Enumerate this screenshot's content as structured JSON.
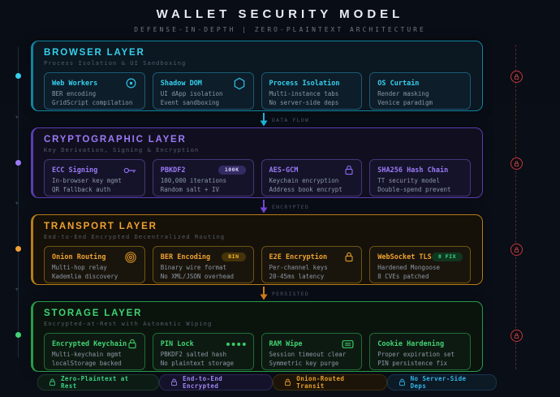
{
  "header": {
    "title": "WALLET SECURITY MODEL",
    "subtitle": "DEFENSE-IN-DEPTH | ZERO-PLAINTEXT ARCHITECTURE"
  },
  "layers": [
    {
      "id": "browser",
      "title": "BROWSER LAYER",
      "subtitle": "Process Isolation & UI Sandboxing",
      "connector_label": "DATA FLOW",
      "colors": {
        "accent": "#35d0ec",
        "border": "#11839f",
        "bg": "#0b1721",
        "card_border": "#1b5b72",
        "card_bg": "#0d1d2a",
        "icon": "#2fc0de",
        "arrow": "#1fb2d6"
      },
      "cards": [
        {
          "title": "Web Workers",
          "icon": "target-icon",
          "lines": [
            "BER encoding",
            "GridScript compilation"
          ]
        },
        {
          "title": "Shadow DOM",
          "icon": "hexagon-icon",
          "lines": [
            "UI dApp isolation",
            "Event sandboxing"
          ]
        },
        {
          "title": "Process Isolation",
          "lines": [
            "Multi-instance tabs",
            "No server-side deps"
          ]
        },
        {
          "title": "OS Curtain",
          "lines": [
            "Render masking",
            "Venice paradigm"
          ]
        }
      ]
    },
    {
      "id": "cryptographic",
      "title": "CRYPTOGRAPHIC LAYER",
      "subtitle": "Key Derivation, Signing & Encryption",
      "connector_label": "ENCRYPTED",
      "colors": {
        "accent": "#9b79f7",
        "border": "#5a3db1",
        "bg": "#110f1f",
        "card_border": "#463579",
        "card_bg": "#15132a",
        "icon": "#8f6df0",
        "arrow": "#7644d9"
      },
      "cards": [
        {
          "title": "ECC Signing",
          "icon": "key-icon",
          "lines": [
            "In-browser key mgmt",
            "QR fallback auth"
          ]
        },
        {
          "title": "PBKDF2",
          "badge": {
            "text": "100K",
            "bg": "#352b63",
            "color": "#dcd4fb"
          },
          "lines": [
            "100,000 iterations",
            "Random salt + IV"
          ]
        },
        {
          "title": "AES-GCM",
          "icon": "lock-icon",
          "lines": [
            "Keychain encryption",
            "Address book encrypt"
          ]
        },
        {
          "title": "SHA256 Hash Chain",
          "lines": [
            "TT security model",
            "Double-spend prevent"
          ]
        }
      ]
    },
    {
      "id": "transport",
      "title": "TRANSPORT LAYER",
      "subtitle": "End-to-End Encrypted Decentralized Routing",
      "connector_label": "PERSISTED",
      "colors": {
        "accent": "#f0a231",
        "border": "#b67d18",
        "bg": "#151008",
        "card_border": "#6f5314",
        "card_bg": "#1a150c",
        "icon": "#e3992a",
        "arrow": "#cf7d16"
      },
      "cards": [
        {
          "title": "Onion Routing",
          "icon": "rings-icon",
          "lines": [
            "Multi-hop relay",
            "Kademlia discovery"
          ]
        },
        {
          "title": "BER Encoding",
          "badge": {
            "text": "BIN",
            "bg": "#453309",
            "color": "#f2b32e"
          },
          "lines": [
            "Binary wire format",
            "No XML/JSON overhead"
          ]
        },
        {
          "title": "E2E Encryption",
          "icon": "lock-icon",
          "lines": [
            "Per-channel keys",
            "20-45ms latency"
          ]
        },
        {
          "title": "WebSocket TLS",
          "badge": {
            "text": "8 FIX",
            "bg": "#10361f",
            "color": "#3bdc84"
          },
          "lines": [
            "Hardened Mongoose",
            "8 CVEs patched"
          ]
        }
      ]
    },
    {
      "id": "storage",
      "title": "STORAGE LAYER",
      "subtitle": "Encrypted-at-Rest with Automatic Wiping",
      "colors": {
        "accent": "#41d373",
        "border": "#289b48",
        "bg": "#0a140d",
        "card_border": "#206d36",
        "card_bg": "#0d1a11",
        "icon": "#3bcb68",
        "arrow": "#2aa853"
      },
      "cards": [
        {
          "title": "Encrypted Keychain",
          "icon": "lock-icon",
          "lines": [
            "Multi-keychain mgmt",
            "localStorage backed"
          ]
        },
        {
          "title": "PIN Lock",
          "icon": "dots-icon",
          "lines": [
            "PBKDF2 salted hash",
            "No plaintext storage"
          ]
        },
        {
          "title": "RAM Wipe",
          "icon": "memory-icon",
          "lines": [
            "Session timeout clear",
            "Symmetric key purge"
          ]
        },
        {
          "title": "Cookie Hardening",
          "lines": [
            "Proper expiration set",
            "PIN persistence fix"
          ]
        }
      ]
    }
  ],
  "legend": [
    {
      "label": "Zero-Plaintext at Rest",
      "icon": "lock-icon",
      "color": "#3bd387",
      "bg": "#0c1b14",
      "border": "#1c3829"
    },
    {
      "label": "End-to-End Encrypted",
      "icon": "lock-icon",
      "color": "#a185f2",
      "bg": "#14122a",
      "border": "#2c2752"
    },
    {
      "label": "Onion-Routed Transit",
      "icon": "lock-icon",
      "color": "#eda229",
      "bg": "#1c1408",
      "border": "#3b2d11"
    },
    {
      "label": "No Server-Side Deps",
      "icon": "lock-icon",
      "color": "#35b5e8",
      "bg": "#0c1a26",
      "border": "#17344b"
    }
  ],
  "security_rail": {
    "icon": "lock-icon",
    "color": "#e25c5c"
  }
}
